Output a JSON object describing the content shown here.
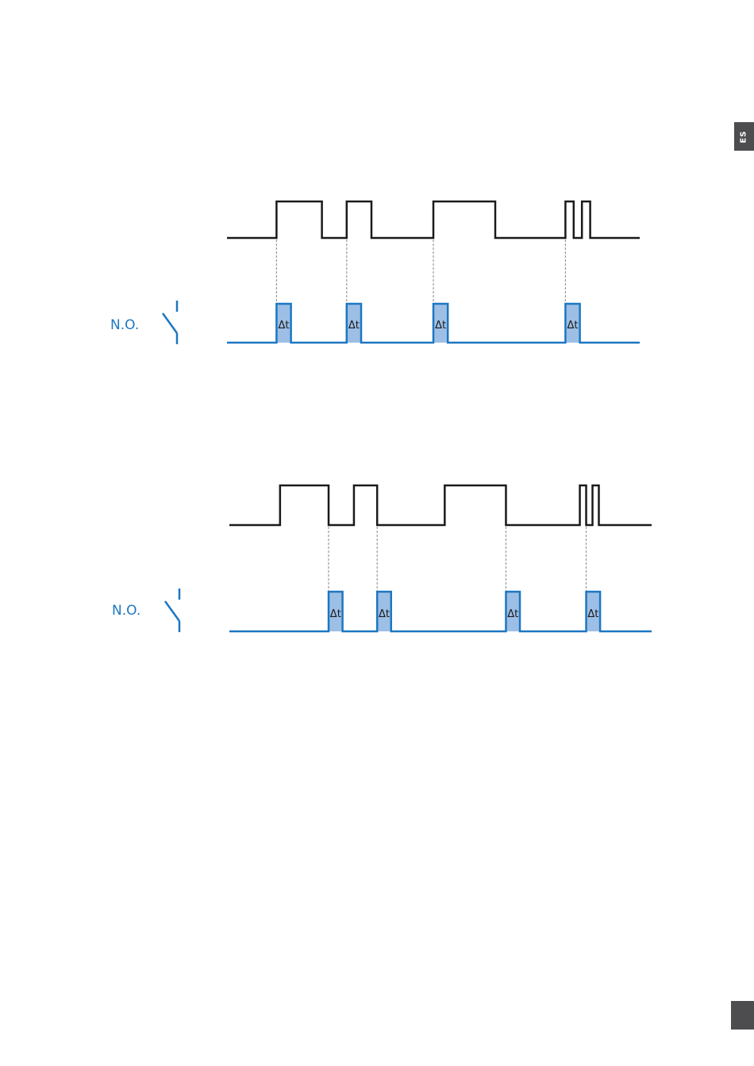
{
  "language_tab": "ES",
  "colors": {
    "input_line": "#1a1a1a",
    "relay_line": "#1d77c1",
    "pulse_fill": "#9dbfe6",
    "guide": "#9a9a9a",
    "tab_background": "#4d4d4f"
  },
  "diagrams": [
    {
      "relay_label": "N.O.",
      "pulse_label": "Δt",
      "trigger": "rising-edge",
      "input_pulses": [
        [
          0.12,
          0.23
        ],
        [
          0.29,
          0.35
        ],
        [
          0.5,
          0.65
        ],
        [
          0.82,
          0.84
        ],
        [
          0.86,
          0.88
        ]
      ],
      "output_pulses": [
        0.12,
        0.29,
        0.5,
        0.82
      ],
      "pulse_width": 0.035
    },
    {
      "relay_label": "N.O.",
      "pulse_label": "Δt",
      "trigger": "falling-edge",
      "input_pulses": [
        [
          0.12,
          0.235
        ],
        [
          0.295,
          0.35
        ],
        [
          0.51,
          0.655
        ],
        [
          0.83,
          0.845
        ],
        [
          0.86,
          0.875
        ]
      ],
      "output_pulses": [
        0.235,
        0.35,
        0.655,
        0.845
      ],
      "pulse_width": 0.033
    }
  ]
}
